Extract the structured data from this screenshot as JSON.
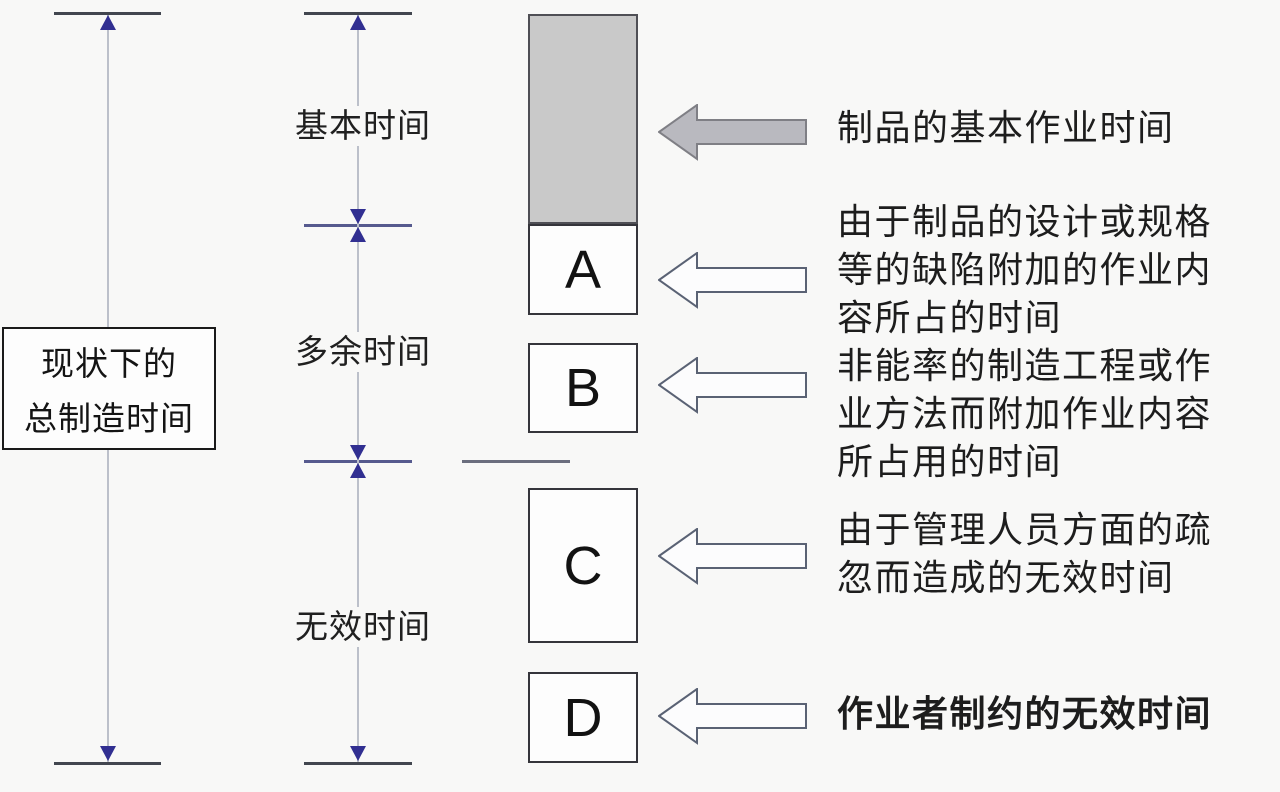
{
  "colors": {
    "background": "#f8f8f7",
    "navy": "#312f91",
    "cap": "#42464f",
    "tick": "#565a8e",
    "guide": "#bcc0ca",
    "box_border": "#35353b",
    "gray_fill": "#c9c9c9",
    "gray_arrow_fill": "#b9b9bf",
    "gray_arrow_stroke": "#7f7f85",
    "arrow_stroke": "#5a6274",
    "ink": "#1d1d1d"
  },
  "left_box": {
    "line1": "现状下的",
    "line2": "总制造时间"
  },
  "middle_labels": {
    "basic": "基本时间",
    "excess": "多余时间",
    "invalid": "无效时间"
  },
  "blocks": {
    "a": "A",
    "b": "B",
    "c": "C",
    "d": "D"
  },
  "annotations": {
    "basic": "制品的基本作业时间",
    "a": "由于制品的设计或规格\n等的缺陷附加的作业内\n容所占的时间",
    "b": "非能率的制造工程或作\n业方法而附加作业内容\n所占用的时间",
    "c": "由于管理人员方面的疏\n忽而造成的无效时间",
    "d": "作业者制约的无效时间"
  }
}
